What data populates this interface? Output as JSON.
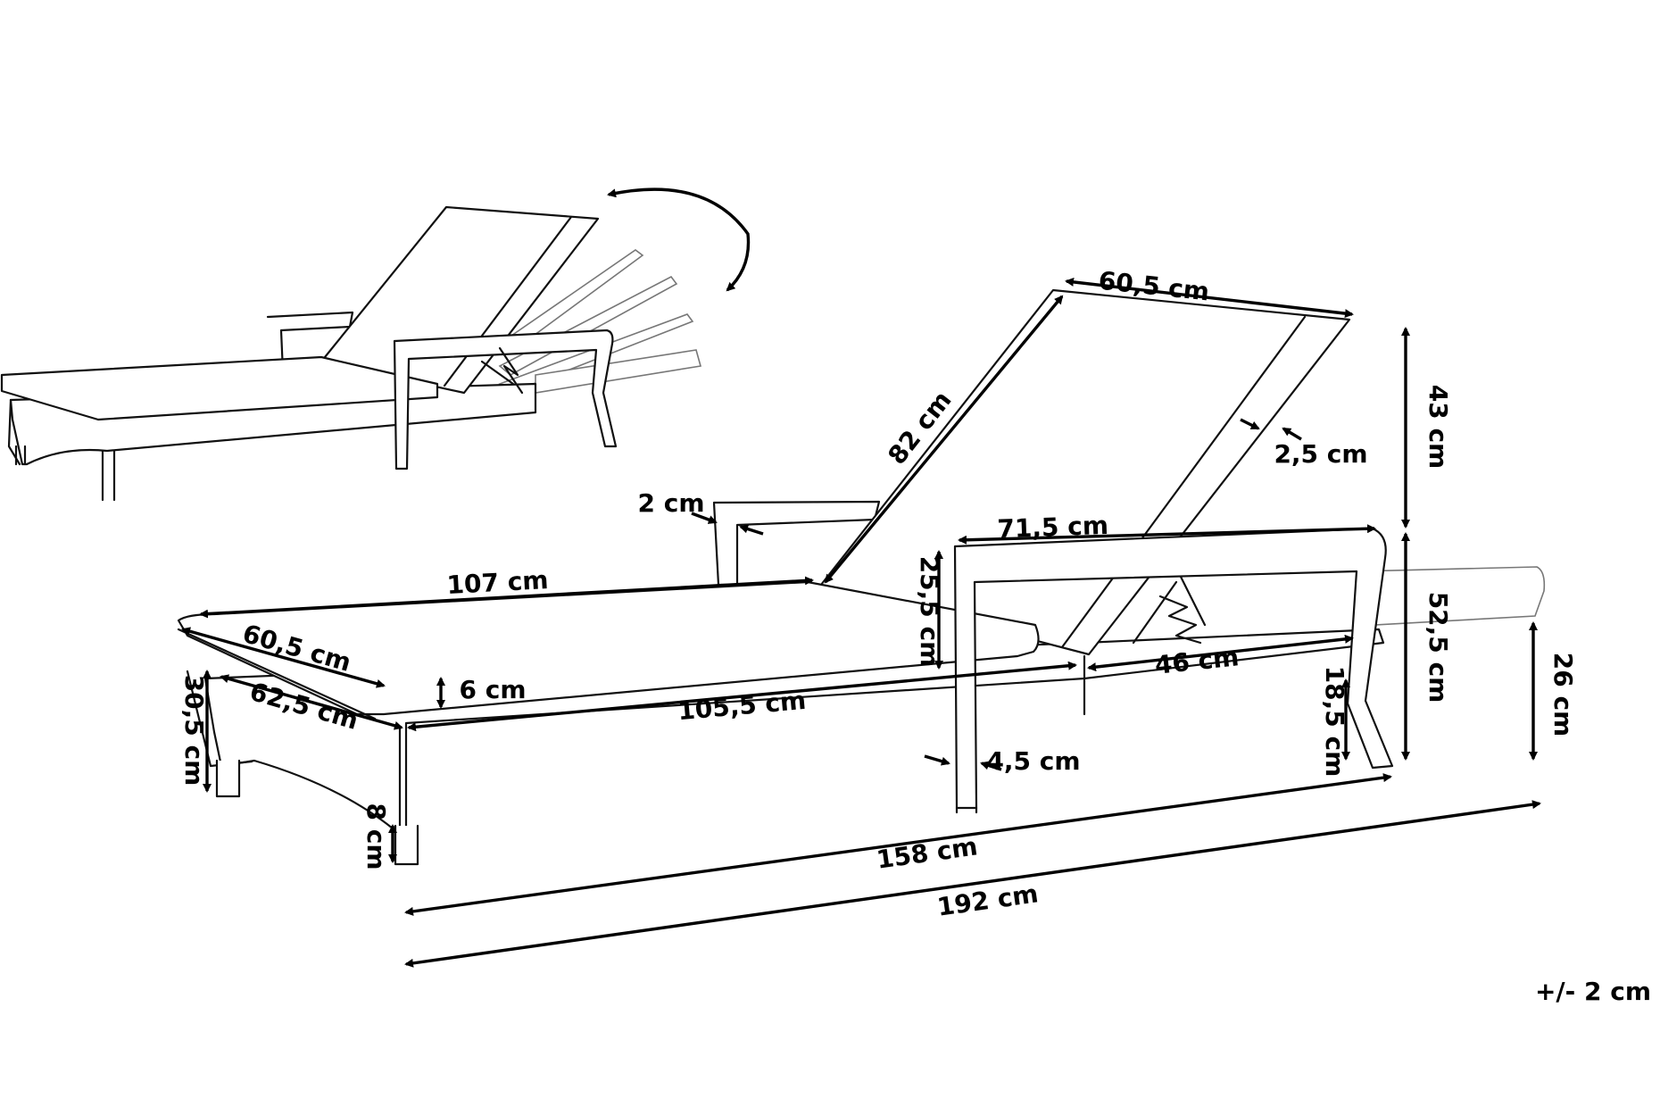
{
  "diagram": {
    "dimensions": [
      {
        "id": "backrest-width",
        "label": "60,5 cm"
      },
      {
        "id": "backrest-length",
        "label": "82 cm"
      },
      {
        "id": "backrest-thickness",
        "label": "2,5 cm"
      },
      {
        "id": "backrest-height",
        "label": "43 cm"
      },
      {
        "id": "armrest-thickness",
        "label": "2 cm"
      },
      {
        "id": "armrest-length",
        "label": "71,5 cm"
      },
      {
        "id": "armrest-clearance",
        "label": "25,5 cm"
      },
      {
        "id": "seat-length",
        "label": "107 cm"
      },
      {
        "id": "seat-width",
        "label": "60,5 cm"
      },
      {
        "id": "cushion-thickness",
        "label": "6 cm"
      },
      {
        "id": "frame-width",
        "label": "62,5 cm"
      },
      {
        "id": "frame-length",
        "label": "105,5 cm"
      },
      {
        "id": "footrest-length",
        "label": "46 cm"
      },
      {
        "id": "total-height",
        "label": "52,5 cm"
      },
      {
        "id": "seat-height",
        "label": "26 cm"
      },
      {
        "id": "frame-height",
        "label": "30,5 cm"
      },
      {
        "id": "leg-height",
        "label": "18,5 cm"
      },
      {
        "id": "leg-clearance",
        "label": "8 cm"
      },
      {
        "id": "leg-thickness",
        "label": "4,5 cm"
      },
      {
        "id": "frame-total-length",
        "label": "158 cm"
      },
      {
        "id": "total-length",
        "label": "192 cm"
      }
    ],
    "tolerance": "+/- 2 cm"
  }
}
